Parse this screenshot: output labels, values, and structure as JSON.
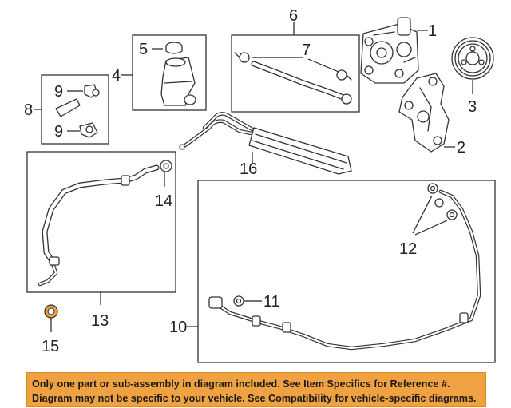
{
  "callouts": {
    "c1": "1",
    "c2": "2",
    "c3": "3",
    "c4": "4",
    "c5": "5",
    "c6": "6",
    "c7": "7",
    "c8": "8",
    "c9a": "9",
    "c9b": "9",
    "c10": "10",
    "c11": "11",
    "c12": "12",
    "c13": "13",
    "c14": "14",
    "c15": "15",
    "c16": "16"
  },
  "notice": {
    "line1": "Only one part or sub-assembly in diagram included. See Item Specifics for Reference #.",
    "line2": "Diagram may not be specific to your vehicle. See Compatibility for vehicle-specific diagrams."
  },
  "colors": {
    "notice_background": "#f0a242",
    "line": "#333333",
    "highlight_ring": "#f0a242"
  }
}
